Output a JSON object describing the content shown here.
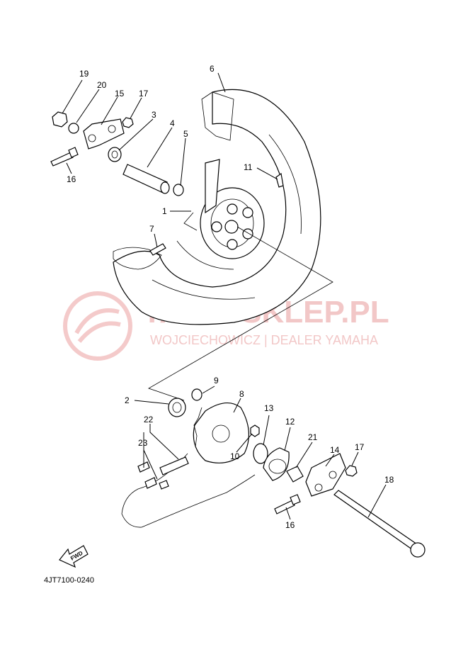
{
  "watermark": {
    "title": "YAMA-SKLEP.PL",
    "subtitle": "WOJCIECHOWICZ | DEALER YAMAHA"
  },
  "fwd_label": "FWD",
  "diagram_code": "4JT7100-0240",
  "callouts": {
    "c1": "1",
    "c2": "2",
    "c3": "3",
    "c4": "4",
    "c5": "5",
    "c6": "6",
    "c7": "7",
    "c8": "8",
    "c9": "9",
    "c10": "10",
    "c11": "11",
    "c12": "12",
    "c13": "13",
    "c14": "14",
    "c15": "15",
    "c16a": "16",
    "c16b": "16",
    "c17a": "17",
    "c17b": "17",
    "c18": "18",
    "c19": "19",
    "c20": "20",
    "c21": "21",
    "c22": "22",
    "c23": "23"
  }
}
